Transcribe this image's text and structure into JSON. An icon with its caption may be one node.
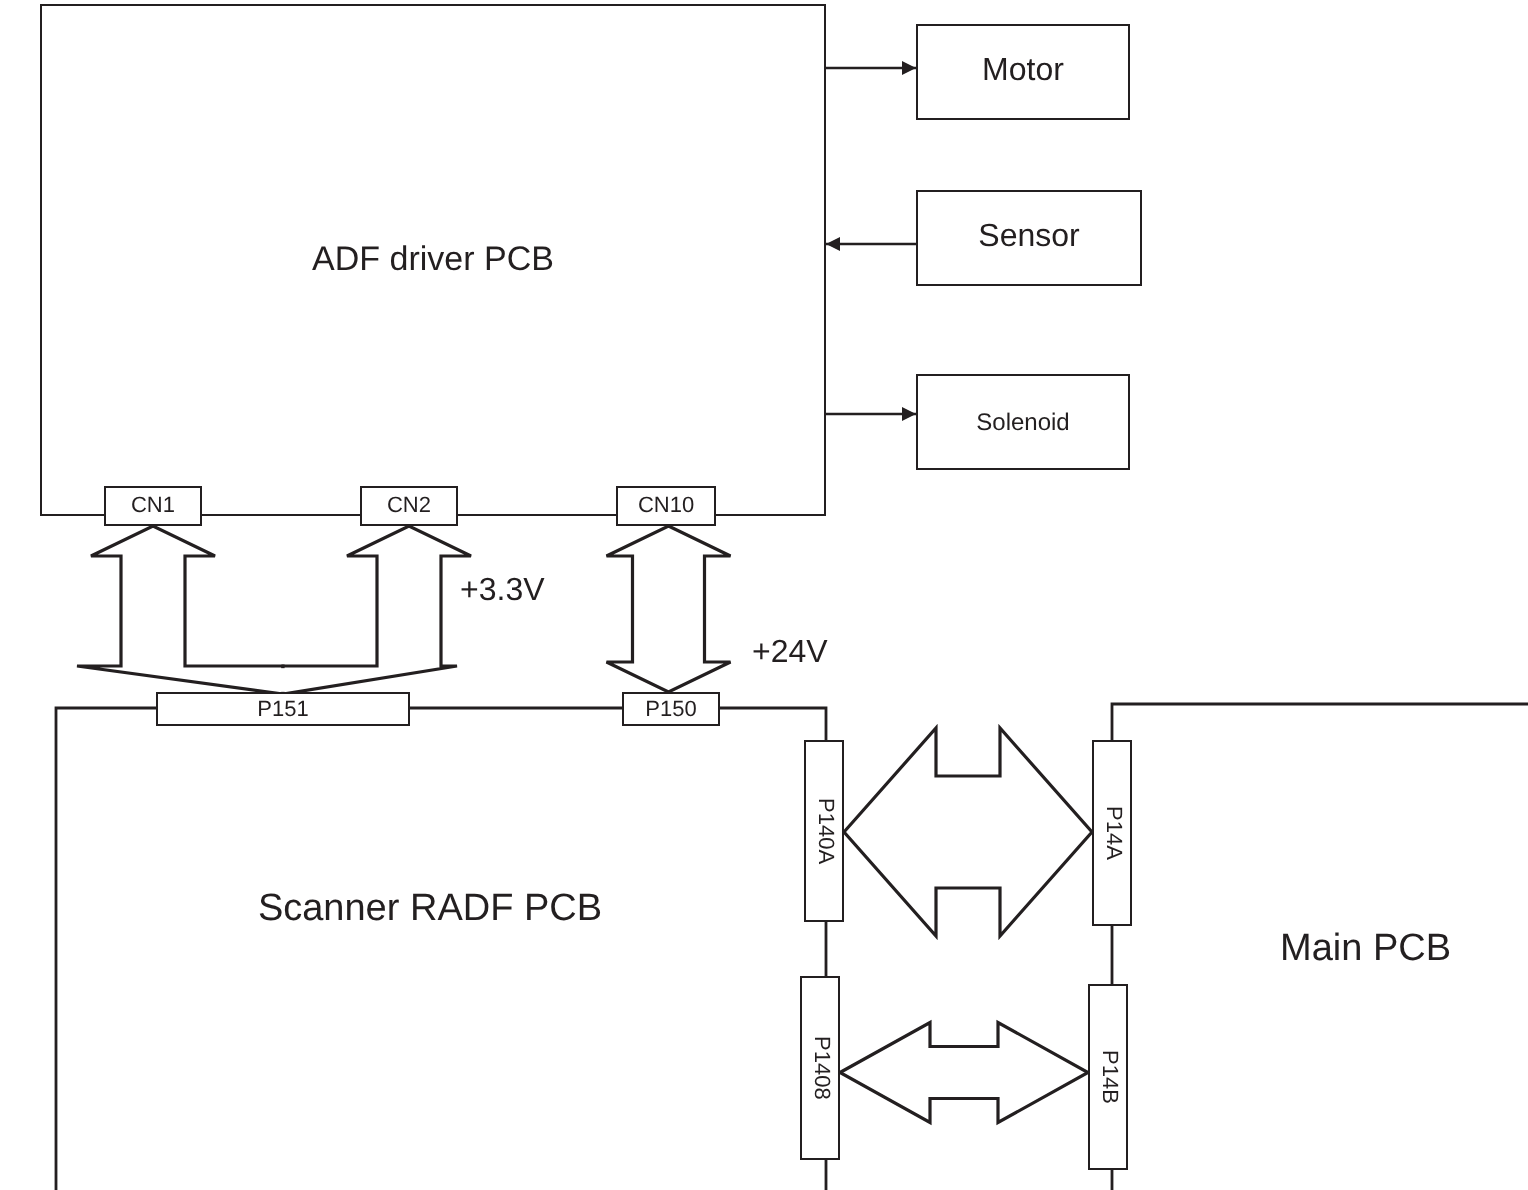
{
  "diagram": {
    "nodes": [
      {
        "text": [
          "ADF driver PCB"
        ]
      },
      {
        "text": [
          "CN1"
        ]
      },
      {
        "text": [
          "CN2"
        ]
      },
      {
        "text": [
          "CN10"
        ]
      },
      {
        "text": [
          "Motor"
        ]
      },
      {
        "text": [
          "Sensor"
        ]
      },
      {
        "text": [
          "Solenoid"
        ]
      },
      {
        "text": [
          "Scanner RADF PCB"
        ]
      },
      {
        "text": [
          "P151"
        ]
      },
      {
        "text": [
          "P150"
        ]
      },
      {
        "text": [
          "P140A"
        ]
      },
      {
        "text": [
          "P1408"
        ]
      },
      {
        "text": [
          "Main PCB"
        ]
      },
      {
        "text": [
          "P14A"
        ]
      },
      {
        "text": [
          "P14B"
        ]
      }
    ],
    "edges": [
      {
        "from": 0,
        "to": 4,
        "arrow": "to"
      },
      {
        "from": 5,
        "to": 0,
        "arrow": "to"
      },
      {
        "from": 0,
        "to": 6,
        "arrow": "to"
      },
      {
        "from": 8,
        "to": 1,
        "arrow": "to",
        "style": "thick"
      },
      {
        "from": 8,
        "to": 2,
        "arrow": "to",
        "style": "thick"
      },
      {
        "from": 3,
        "to": 9,
        "arrow": "both",
        "style": "thick"
      },
      {
        "from": 10,
        "to": 13,
        "arrow": "both",
        "style": "thick"
      },
      {
        "from": 11,
        "to": 14,
        "arrow": "both",
        "style": "thick"
      }
    ],
    "labels": [
      "+3.3V",
      "+24V"
    ]
  }
}
